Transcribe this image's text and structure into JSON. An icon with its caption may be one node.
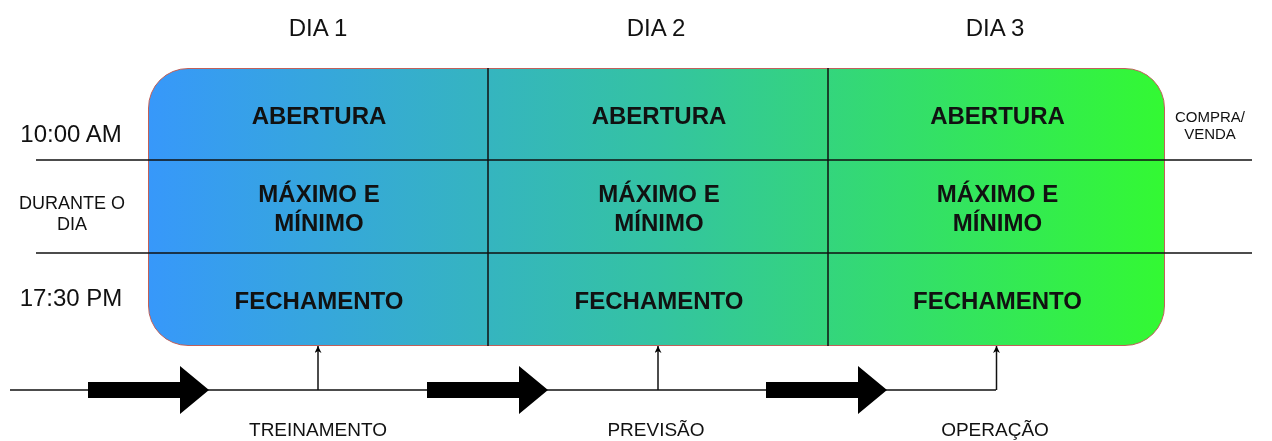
{
  "diagram": {
    "nodes": [
      {
        "text": [],
        "shape": "box"
      },
      {
        "text": [
          "ABERTURA"
        ],
        "in": 0
      },
      {
        "text": [
          "ABERTURA"
        ],
        "in": 0
      },
      {
        "text": [
          "ABERTURA"
        ],
        "in": 0
      },
      {
        "text": [
          "MÁXIMO E MÍNIMO"
        ],
        "in": 0
      },
      {
        "text": [
          "MÁXIMO E MÍNIMO"
        ],
        "in": 0
      },
      {
        "text": [
          "MÁXIMO E MÍNIMO"
        ],
        "in": 0
      },
      {
        "text": [
          "FECHAMENTO"
        ],
        "in": 0
      },
      {
        "text": [
          "FECHAMENTO"
        ],
        "in": 0
      },
      {
        "text": [
          "FECHAMENTO"
        ],
        "in": 0
      }
    ],
    "edges": [
      {
        "from": null,
        "to": 7,
        "arrow": "to"
      },
      {
        "from": null,
        "to": 8,
        "arrow": "to"
      },
      {
        "from": null,
        "to": 9,
        "arrow": "to"
      }
    ],
    "labels": [
      "DIA 1",
      "DIA 2",
      "DIA 3",
      "10:00 AM",
      "COMPRA/ VENDA",
      "DURANTE O DIA",
      "17:30 PM",
      "TREINAMENTO",
      "PREVISÃO",
      "OPERAÇÃO"
    ]
  }
}
